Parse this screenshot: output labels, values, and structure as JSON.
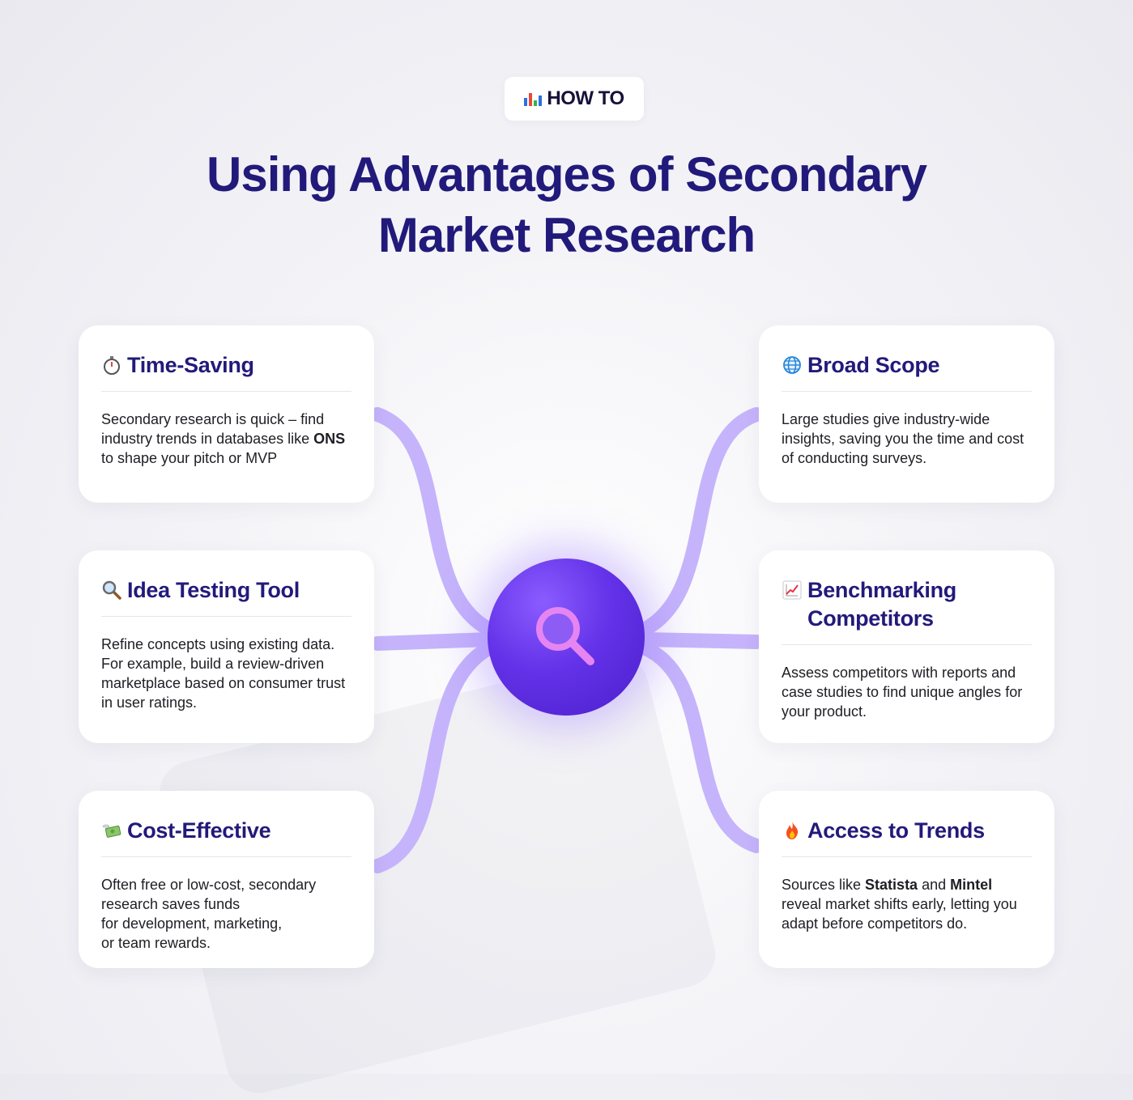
{
  "badge": {
    "icon": "bar-chart-icon",
    "label": "HOW TO"
  },
  "title": {
    "line1": "Using Advantages of Secondary",
    "line2": "Market Research"
  },
  "hub": {
    "icon": "magnifier-icon"
  },
  "colors": {
    "title": "#221a7a",
    "connector": "#c5b4fb",
    "hub": "#5a2ee0"
  },
  "cards": [
    {
      "id": "time-saving",
      "icon": "stopwatch-icon",
      "title": "Time-Saving",
      "body": {
        "t1": "Secondary research is quick – find industry trends in databases like ",
        "b1": "ONS",
        "t2": " to shape your pitch or MVP"
      }
    },
    {
      "id": "idea-testing-tool",
      "icon": "magnifying-glass-icon",
      "title": "Idea Testing Tool",
      "body": {
        "t1": "Refine concepts using existing data. For example, build a review-driven marketplace based on consumer trust in user ratings."
      }
    },
    {
      "id": "cost-effective",
      "icon": "money-with-wings-icon",
      "title": "Cost-Effective",
      "body": {
        "l1": "Often free or low-cost, secondary research saves funds",
        "l2": "for development, marketing,",
        "l3": "or team rewards."
      }
    },
    {
      "id": "broad-scope",
      "icon": "globe-icon",
      "title": "Broad Scope",
      "body": {
        "t1": "Large studies give industry-wide insights, saving you the time and cost of conducting surveys."
      }
    },
    {
      "id": "benchmarking-competitors",
      "icon": "chart-increasing-icon",
      "title": "Benchmarking Competitors",
      "body": {
        "t1": "Assess competitors with reports and case studies to find unique angles for your product."
      }
    },
    {
      "id": "access-to-trends",
      "icon": "fire-icon",
      "title": "Access to Trends",
      "body": {
        "t1": "Sources like ",
        "b1": "Statista",
        "t2": " and ",
        "b2": "Mintel",
        "t3": " reveal market shifts early, letting you adapt before competitors do."
      }
    }
  ]
}
